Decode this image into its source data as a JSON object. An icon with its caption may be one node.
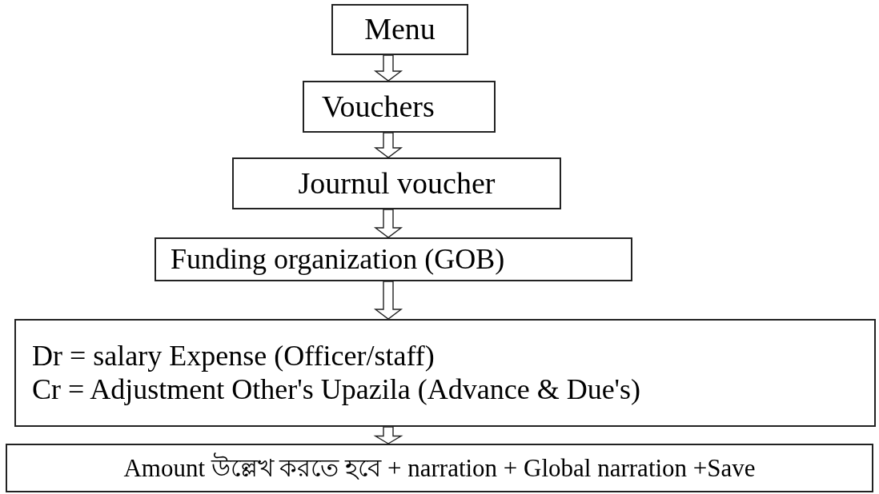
{
  "diagram": {
    "nodes": [
      {
        "text": [
          "Menu"
        ]
      },
      {
        "text": [
          "Vouchers"
        ]
      },
      {
        "text": [
          "Journul voucher"
        ]
      },
      {
        "text": [
          "Funding organization (GOB)"
        ]
      },
      {
        "text": [
          "Dr = salary Expense (Officer/staff)",
          "Cr = Adjustment Other's Upazila (Advance & Due's)"
        ]
      },
      {
        "text": [
          "Amount উল্লেখ করতে হবে + narration + Global narration +Save"
        ]
      }
    ],
    "edges": [
      {
        "from": 0,
        "to": 1,
        "arrow": "to"
      },
      {
        "from": 1,
        "to": 2,
        "arrow": "to"
      },
      {
        "from": 2,
        "to": 3,
        "arrow": "to"
      },
      {
        "from": 3,
        "to": 4,
        "arrow": "to"
      },
      {
        "from": 4,
        "to": 5,
        "arrow": "to"
      }
    ]
  }
}
